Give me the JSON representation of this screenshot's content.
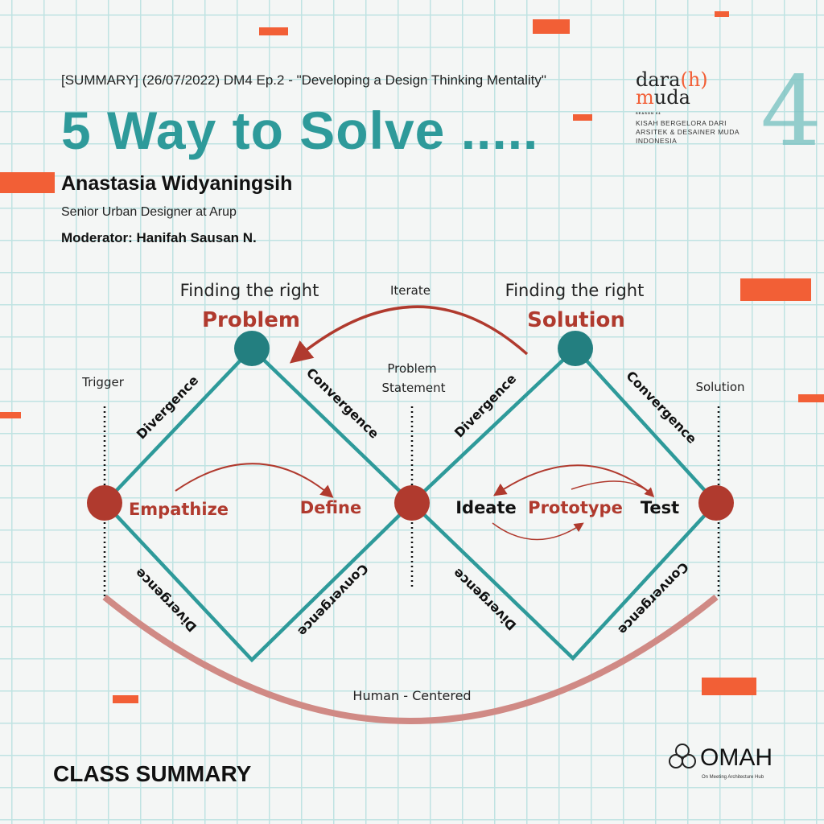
{
  "header": {
    "summary": "[SUMMARY] (26/07/2022) DM4 Ep.2 - \"Developing a Design Thinking Mentality\"",
    "title": "5 Way to Solve .....",
    "speaker": "Anastasia Widyaningsih",
    "role": "Senior Urban Designer at Arup",
    "moderator": "Moderator: Hanifah Sausan N."
  },
  "brand": {
    "logo_line1a": "dara",
    "logo_line1b": "(h)",
    "logo_line2a": "m",
    "logo_line2b": "uda",
    "season": "SEASON 04",
    "tagline": [
      "KISAH BERGELORA DARI",
      "ARSITEK & DESAINER MUDA",
      "INDONESIA"
    ],
    "number": "4",
    "omah": "OMAH",
    "omah_sub": "On Meeting Architecture Hub"
  },
  "diagram": {
    "left_heading": "Finding the right",
    "left_keyword": "Problem",
    "right_heading": "Finding the right",
    "right_keyword": "Solution",
    "iterate": "Iterate",
    "trigger": "Trigger",
    "problem_statement": [
      "Problem",
      "Statement"
    ],
    "solution": "Solution",
    "divergence": "Divergence",
    "convergence": "Convergence",
    "empathize": "Empathize",
    "define": "Define",
    "ideate": "Ideate",
    "prototype": "Prototype",
    "test": "Test",
    "human_centered": "Human - Centered"
  },
  "footer": {
    "class_summary": "CLASS SUMMARY"
  },
  "colors": {
    "teal": "#2e9a9a",
    "red": "#b03a2e",
    "orange": "#f25f36",
    "arc": "#d08a85"
  }
}
